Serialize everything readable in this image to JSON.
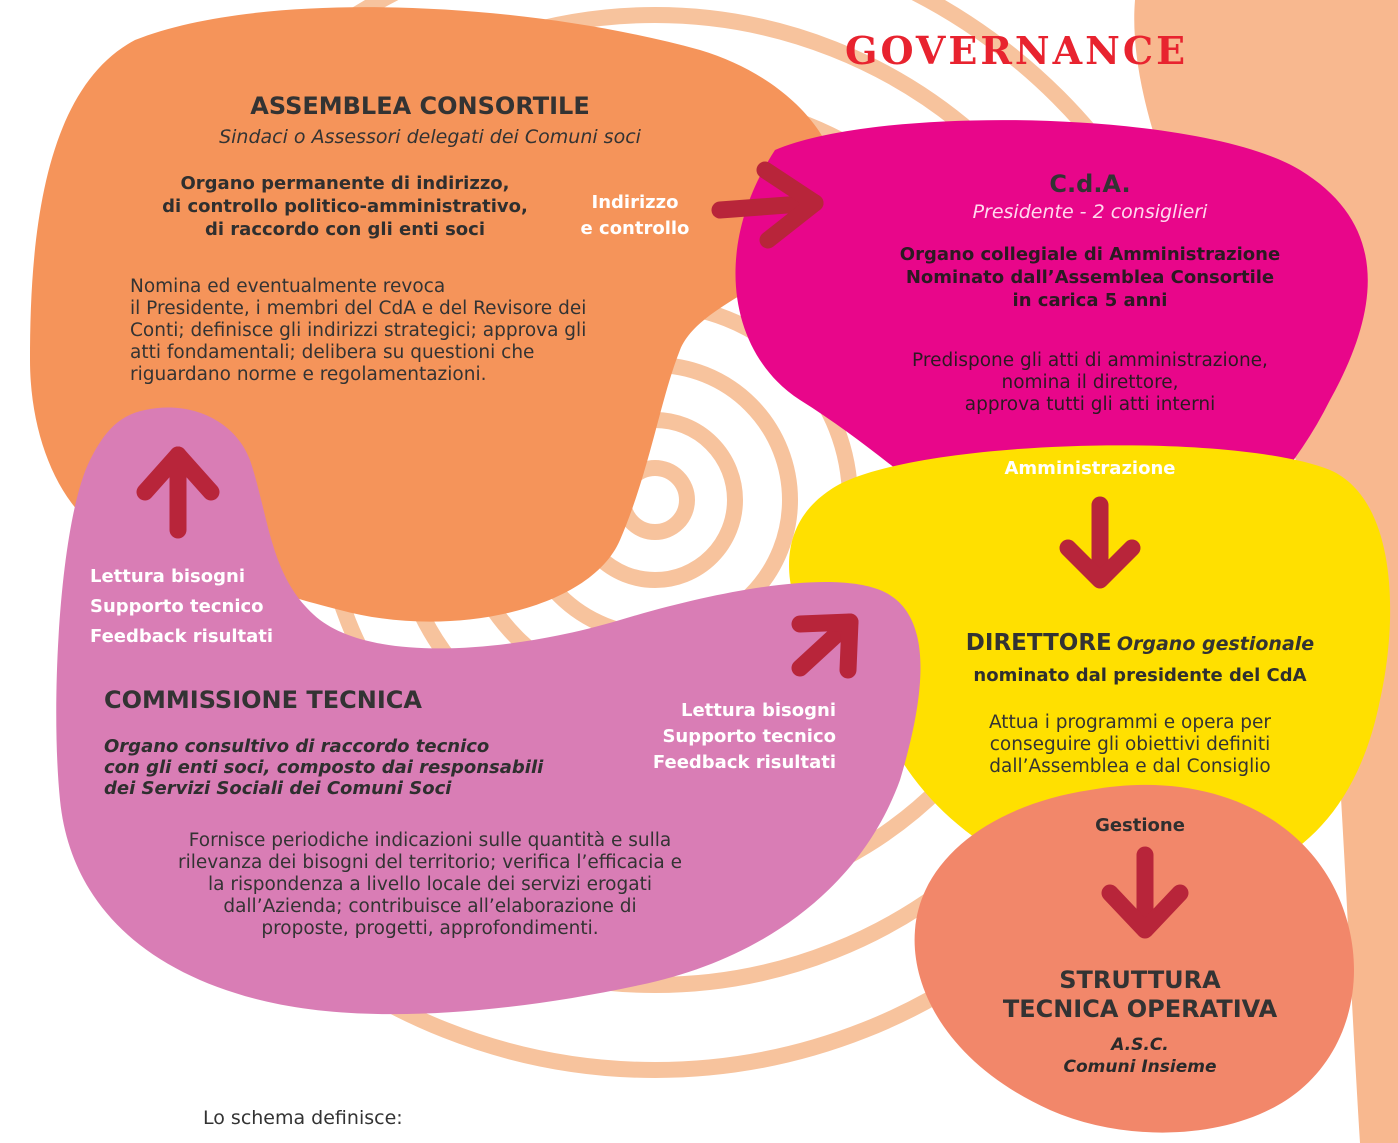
{
  "title": "GOVERNANCE",
  "assemblea": {
    "name": "ASSEMBLEA CONSORTILE",
    "members": "Sindaci o Assessori delegati dei Comuni soci",
    "role": [
      "Organo permanente di indirizzo,",
      "di controllo politico-amministrativo,",
      "di raccordo con gli enti soci"
    ],
    "desc": [
      "Nomina ed eventualmente revoca",
      "il Presidente, i membri del CdA e del Revisore dei",
      "Conti; definisce gli indirizzi strategici; approva gli",
      "atti fondamentali; delibera su questioni che",
      "riguardano norme e regolamentazioni."
    ]
  },
  "arrow_indirizzo": [
    "Indirizzo",
    "e controllo"
  ],
  "cda": {
    "name": "C.d.A.",
    "members": "Presidente - 2 consiglieri",
    "role": [
      "Organo collegiale di Amministrazione",
      "Nominato dall’Assemblea Consortile",
      "in carica 5 anni"
    ],
    "desc": [
      "Predispone gli atti di amministrazione,",
      "nomina il direttore,",
      "approva tutti gli atti interni"
    ],
    "flow": "Amministrazione"
  },
  "direttore": {
    "name": "DIRETTORE",
    "role_italic": "Organo gestionale",
    "role": "nominato dal presidente del CdA",
    "desc": [
      "Attua i programmi e opera per",
      "conseguire gli obiettivi definiti",
      "dall’Assemblea e dal Consiglio"
    ],
    "flow": "Gestione"
  },
  "struttura": {
    "name": [
      "STRUTTURA",
      "TECNICA OPERATIVA"
    ],
    "sub": [
      "A.S.C.",
      "Comuni Insieme"
    ]
  },
  "commissione": {
    "name": "COMMISSIONE TECNICA",
    "role": [
      "Organo consultivo di raccordo tecnico",
      "con gli enti soci, composto dai responsabili",
      "dei Servizi Sociali dei Comuni Soci"
    ],
    "desc": [
      "Fornisce periodiche indicazioni sulle quantità e sulla",
      "rilevanza dei bisogni del territorio; verifica l’efficacia e",
      "la rispondenza a livello locale dei servizi erogati",
      "dall’Azienda; contribuisce all’elaborazione di",
      "proposte, progetti, approfondimenti."
    ]
  },
  "flow_left": [
    "Lettura bisogni",
    "Supporto tecnico",
    "Feedback  risultati"
  ],
  "flow_right": [
    "Lettura bisogni",
    "Supporto tecnico",
    "Feedback risultati"
  ],
  "footer": "Lo schema definisce:",
  "colors": {
    "assemblea": "#f5945a",
    "cda": "#e8068a",
    "direttore": "#ffe000",
    "struttura": "#f2876a",
    "commissione": "#d97db5",
    "arrow": "#b8253a",
    "spiral": "#f7c39d",
    "right_band": "#f8b88f",
    "title": "#e8232f"
  }
}
